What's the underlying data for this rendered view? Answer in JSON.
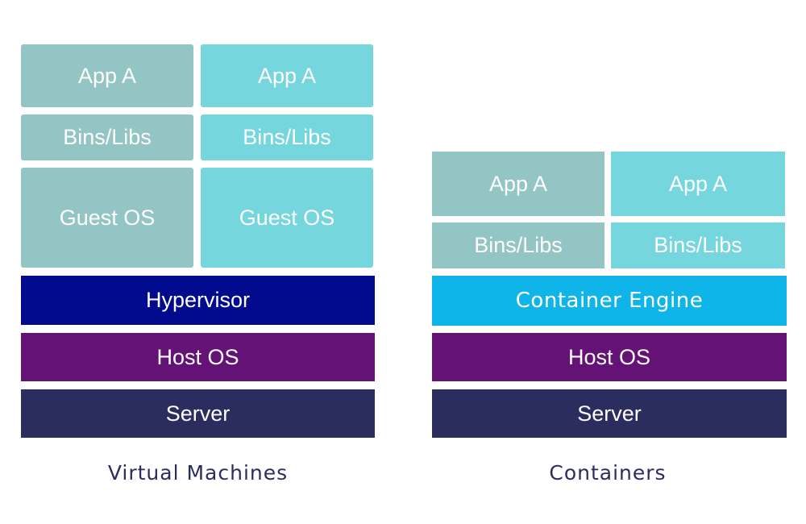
{
  "virtual_machines": {
    "caption": "Virtual Machines",
    "vm1": {
      "app": "App A",
      "bins": "Bins/Libs",
      "guest_os": "Guest OS"
    },
    "vm2": {
      "app": "App A",
      "bins": "Bins/Libs",
      "guest_os": "Guest OS"
    },
    "hypervisor": "Hypervisor",
    "host_os": "Host OS",
    "server": "Server"
  },
  "containers": {
    "caption": "Containers",
    "c1": {
      "app": "App A",
      "bins": "Bins/Libs"
    },
    "c2": {
      "app": "App A",
      "bins": "Bins/Libs"
    },
    "engine": "Container Engine",
    "host_os": "Host OS",
    "server": "Server"
  },
  "colors": {
    "vm_block_1": "#93c5c4",
    "vm_block_2": "#76d6de",
    "hypervisor": "#020a8d",
    "container_engine": "#0fb5e8",
    "host_os": "#641276",
    "server": "#2c2d5f",
    "caption_text": "#2c2d5f"
  }
}
